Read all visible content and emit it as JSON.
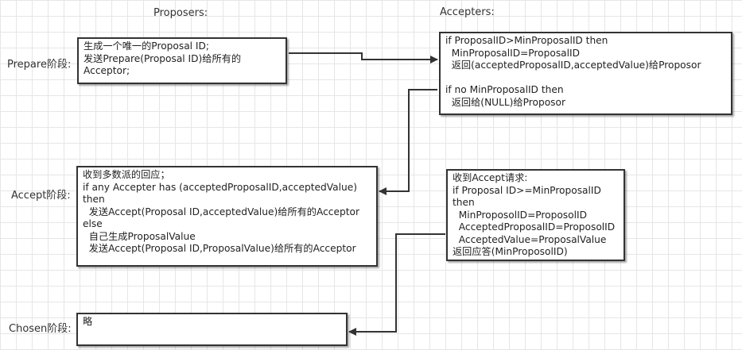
{
  "headers": {
    "proposers": "Proposers:",
    "accepters": "Accepters:"
  },
  "phases": {
    "prepare": "Prepare阶段:",
    "accept": "Accept阶段:",
    "chosen": "Chosen阶段:"
  },
  "boxes": {
    "proposer_prepare": "生成一个唯一的Proposal ID;\n发送Prepare(Proposal ID)给所有的\nAcceptor;",
    "acceptor_prepare": "if ProposalID>MinProposalID then\n  MinProposalID=ProposalID\n  返回(acceptedProposalID,acceptedValue)给Proposor\n\nif no MinProposalID then\n  返回给(NULL)给Proposor",
    "proposer_accept": "收到多数派的回应；\nif any Accepter has (acceptedProposalID,acceptedValue)\nthen\n  发送Accept(Proposal ID,acceptedValue)给所有的Acceptor\nelse\n  自己生成ProposalValue\n  发送Accept(Proposal ID,ProposalValue)给所有的Acceptor",
    "acceptor_accept": "收到Accept请求:\nif Proposal ID>=MinProposalID\nthen\n  MinProposolID=ProposolID\n  AcceptedProposalID=ProposolID\n  AcceptedValue=ProposalValue\n返回应答(MinProposolID)",
    "proposer_chosen": "略"
  },
  "colors": {
    "border": "#333333",
    "connector": "#333333",
    "grid": "#e6e6e6"
  }
}
